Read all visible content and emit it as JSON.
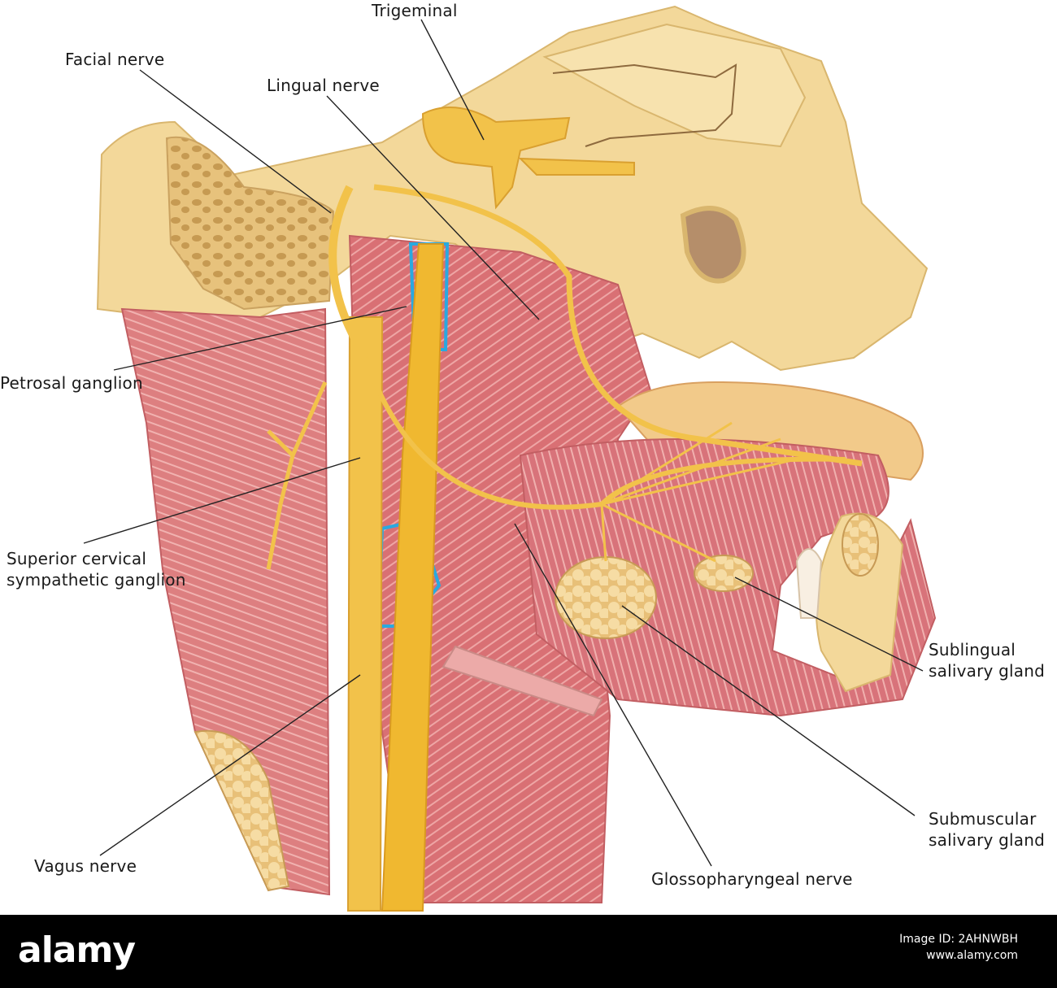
{
  "labels": {
    "trigeminal": "Trigeminal",
    "facial_nerve": "Facial nerve",
    "lingual_nerve": "Lingual nerve",
    "petrosal_ganglion": "Petrosal ganglion",
    "superior_cervical_1": "Superior cervical",
    "superior_cervical_2": "sympathetic ganglion",
    "sublingual_1": "Sublingual",
    "sublingual_2": "salivary gland",
    "submuscular_1": "Submuscular",
    "submuscular_2": "salivary gland",
    "vagus_nerve": "Vagus nerve",
    "glossopharyngeal_nerve": "Glossopharyngeal nerve"
  },
  "footer": {
    "logo": "alamy",
    "image_id": "Image ID: 2AHNWBH",
    "site": "www.alamy.com"
  },
  "colors": {
    "bone": "#f3d89a",
    "bone_dark": "#d9b66e",
    "muscle": "#d9777a",
    "muscle_light": "#ecaaa8",
    "nerve": "#f2c24a",
    "vessel": "#29a9e0",
    "gland": "#f5d79b"
  }
}
